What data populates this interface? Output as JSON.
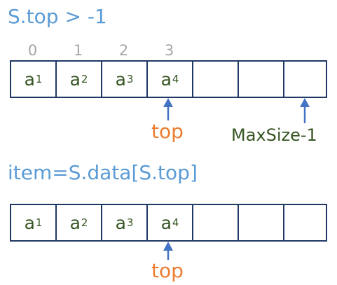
{
  "diagram": {
    "title1": "S.top > -1",
    "indices": [
      "0",
      "1",
      "2",
      "3"
    ],
    "cells": [
      {
        "base": "a",
        "sub": "1"
      },
      {
        "base": "a",
        "sub": "2"
      },
      {
        "base": "a",
        "sub": "3"
      },
      {
        "base": "a",
        "sub": "4"
      },
      {
        "base": "",
        "sub": ""
      },
      {
        "base": "",
        "sub": ""
      },
      {
        "base": "",
        "sub": ""
      }
    ],
    "top_label": "top",
    "maxsize_label": "MaxSize-1",
    "title2": "item=S.data[S.top]",
    "top_label2": "top"
  },
  "colors": {
    "title": "#5b9bd5",
    "index": "#a6a6a6",
    "border": "#1f3864",
    "cell_text": "#375623",
    "arrow": "#4472c4",
    "top_label": "#ed7d31",
    "maxsize_label": "#375623"
  }
}
